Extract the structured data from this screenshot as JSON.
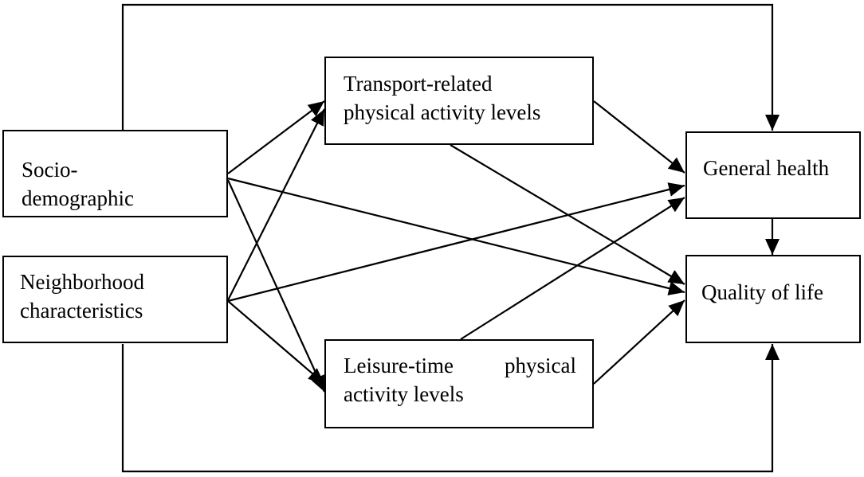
{
  "nodes": {
    "socio": {
      "line1": "Socio-",
      "line2": "demographic"
    },
    "neighborhood": {
      "line1": "Neighborhood",
      "line2": "characteristics"
    },
    "transport": {
      "line1": "Transport-related",
      "line2": "physical activity levels"
    },
    "leisure": {
      "line1_a": "Leisure-time",
      "line1_b": "physical",
      "line2": "activity levels"
    },
    "health": {
      "label": "General health"
    },
    "qol": {
      "label": "Quality of life"
    }
  },
  "colors": {
    "stroke": "#000000",
    "background": "#ffffff"
  }
}
